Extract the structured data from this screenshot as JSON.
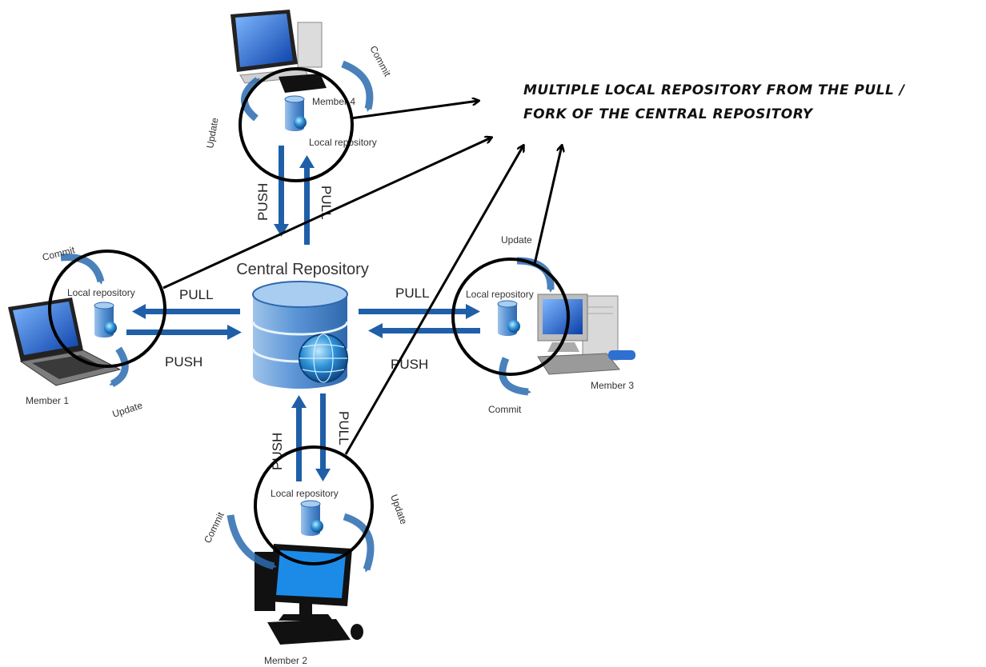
{
  "central": {
    "label": "Central Repository"
  },
  "annotation": {
    "line1": "MULTIPLE LOCAL REPOSITORY FROM THE PULL /",
    "line2": "FORK OF THE CENTRAL REPOSITORY"
  },
  "members": {
    "member1": {
      "name": "Member 1",
      "repo": "Local repository",
      "commit": "Commit",
      "update": "Update",
      "pull": "PULL",
      "push": "PUSH"
    },
    "member2": {
      "name": "Member 2",
      "repo": "Local repository",
      "commit": "Commit",
      "update": "Update",
      "pull": "PULL",
      "push": "PUSH"
    },
    "member3": {
      "name": "Member 3",
      "repo": "Local repository",
      "commit": "Commit",
      "update": "Update",
      "pull": "PULL",
      "push": "PUSH"
    },
    "member4": {
      "name": "Member 4",
      "repo": "Local repository",
      "commit": "Commit",
      "update": "Update",
      "pull": "PULL",
      "push": "PUSH"
    }
  },
  "colors": {
    "flow_arrow": "#1f5fa8",
    "database": "#3d7cc4",
    "highlight_circle": "#000000"
  },
  "icons": [
    "database-icon",
    "globe-icon",
    "laptop-icon",
    "desktop-computer-icon",
    "all-in-one-pc-icon"
  ]
}
